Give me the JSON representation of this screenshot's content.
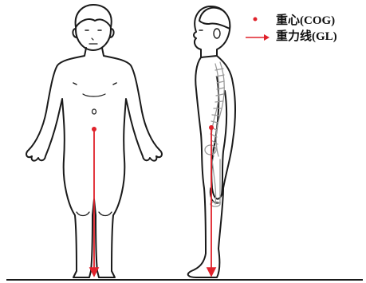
{
  "legend": {
    "items": [
      {
        "label": "重心(COG)",
        "marker": "dot"
      },
      {
        "label": "重力线(GL)",
        "marker": "arrow"
      }
    ]
  },
  "colors": {
    "accent": "#e0222b",
    "outline": "#1a1a1a",
    "spine": "#9a9a9a",
    "background": "#ffffff"
  },
  "figures": [
    "front-view-body",
    "side-view-body"
  ]
}
